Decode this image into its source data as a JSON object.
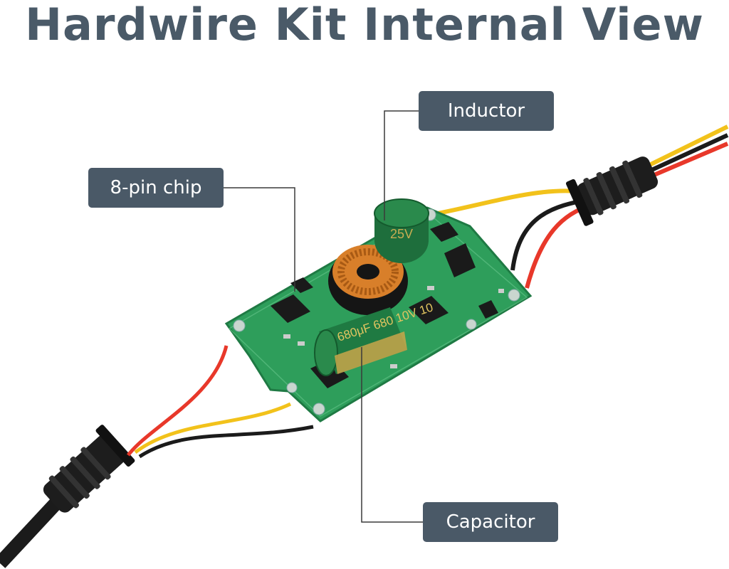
{
  "title": "Hardwire Kit Internal View",
  "callouts": {
    "inductor": "Inductor",
    "chip": "8-pin chip",
    "capacitor": "Capacitor"
  },
  "capacitor_markings": {
    "large": "680μF 680 10V 10",
    "small": "25V"
  },
  "colors": {
    "title": "#4a5a68",
    "callout_bg": "#4a5967",
    "pcb": "#2e9e5b",
    "wire_red": "#e8382a",
    "wire_yellow": "#f2c21b",
    "wire_black": "#1b1b1b"
  }
}
